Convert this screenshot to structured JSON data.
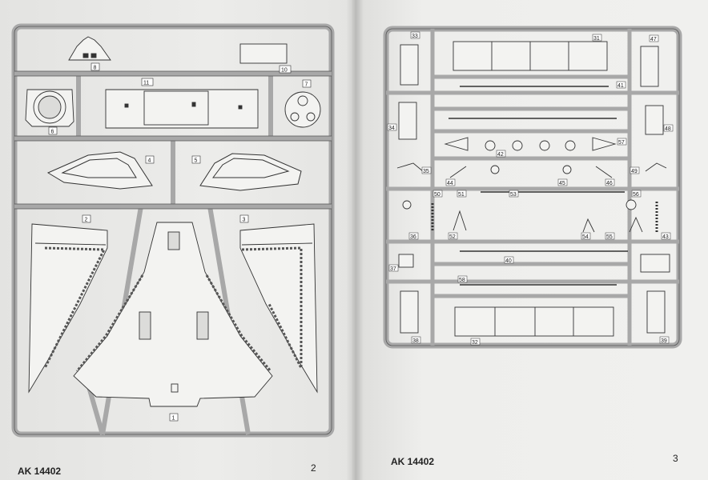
{
  "pages": [
    {
      "code": "AK 14402",
      "number": "2"
    },
    {
      "code": "AK 14402",
      "number": "3"
    }
  ],
  "left_sprue_parts": [
    "1",
    "2",
    "3",
    "4",
    "5",
    "6",
    "7",
    "8",
    "10",
    "11"
  ],
  "right_sprue_parts": [
    "31",
    "32",
    "33",
    "34",
    "35",
    "36",
    "37",
    "38",
    "39",
    "40",
    "41",
    "42",
    "43",
    "44",
    "45",
    "46",
    "47",
    "48",
    "49",
    "50",
    "51",
    "52",
    "53",
    "54",
    "55",
    "56",
    "57",
    "58"
  ],
  "colors": {
    "paper": "#ececea",
    "sprue_frame": "#b3b3b3",
    "part_outline": "#333333"
  }
}
